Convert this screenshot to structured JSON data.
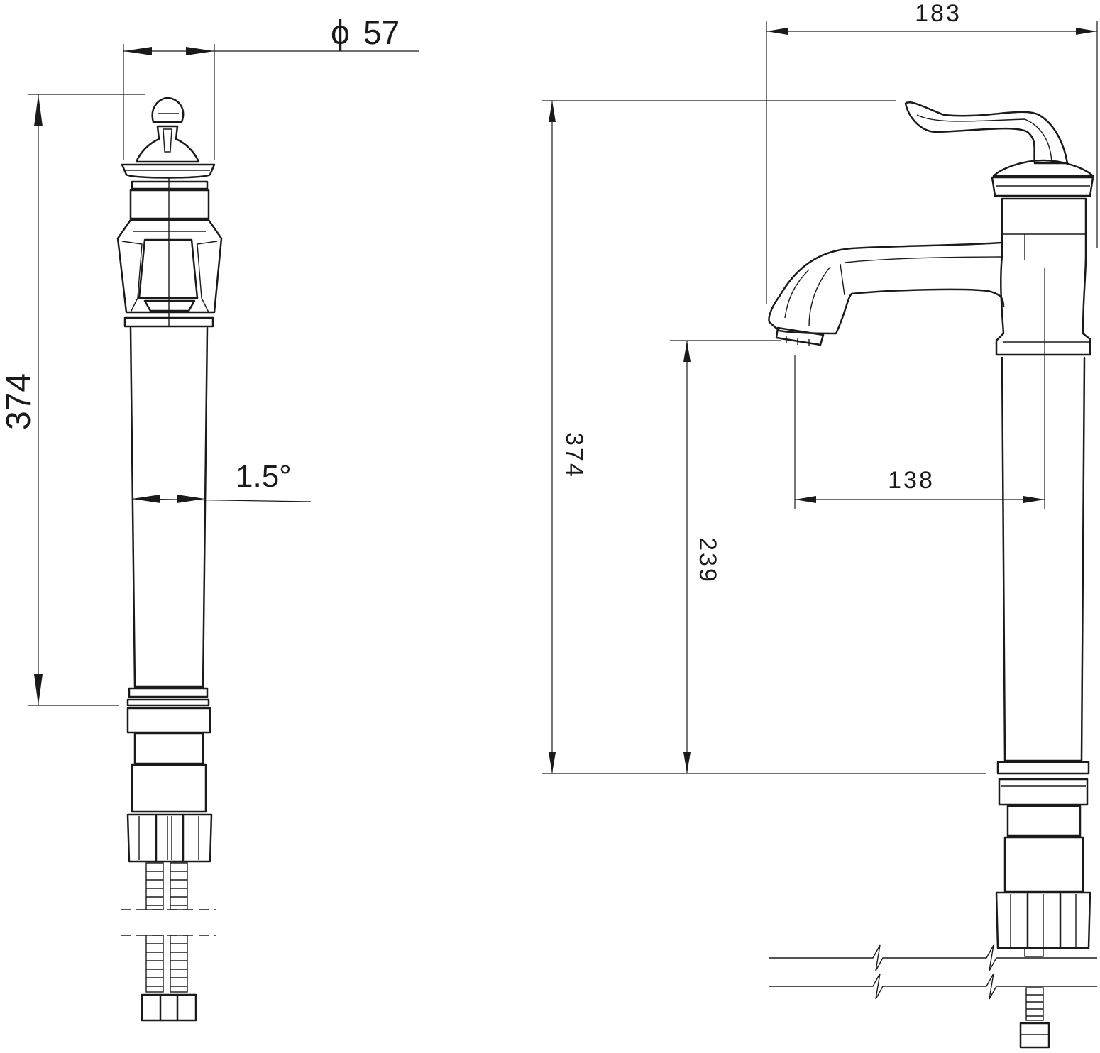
{
  "front_view": {
    "diameter_symbol": "ϕ",
    "diameter_value": "57",
    "height_label": "374",
    "angle_label": "1.5°"
  },
  "side_view": {
    "width_label": "183",
    "height_label": "374",
    "spout_height_label": "239",
    "reach_label": "138"
  }
}
